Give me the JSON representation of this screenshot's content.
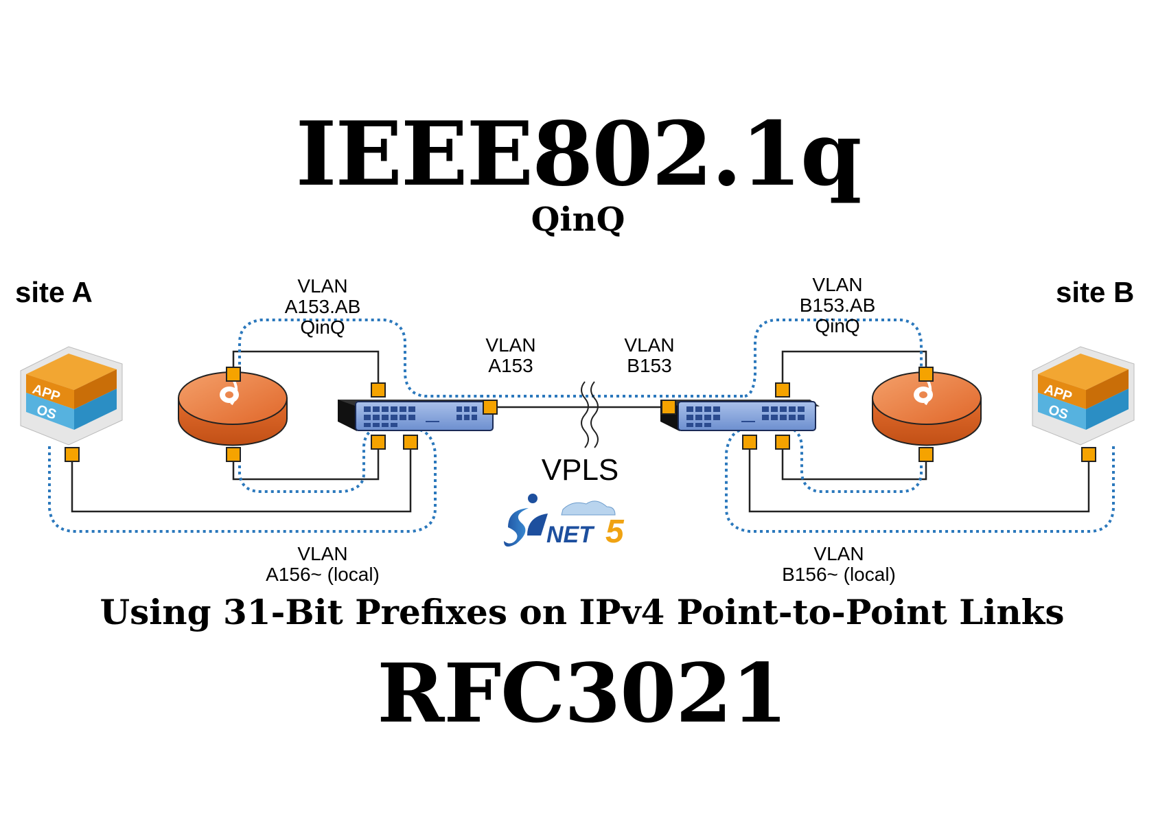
{
  "title": "IEEE802.1q",
  "subtitle": "QinQ",
  "sites": {
    "a": "site A",
    "b": "site B"
  },
  "labels": {
    "qinq_a": [
      "VLAN",
      "A153.AB",
      "QinQ"
    ],
    "qinq_b": [
      "VLAN",
      "B153.AB",
      "QinQ"
    ],
    "wan_a": [
      "VLAN",
      "A153"
    ],
    "wan_b": [
      "VLAN",
      "B153"
    ],
    "local_a": [
      "VLAN",
      "A156~ (local)"
    ],
    "local_b": [
      "VLAN",
      "B156~ (local)"
    ]
  },
  "vpls": "VPLS",
  "logo_text": "SINET5",
  "vm_icon": {
    "app": "APP",
    "os": "OS"
  },
  "bottom_line": "Using 31-Bit Prefixes on IPv4 Point-to-Point Links",
  "rfc": "RFC3021",
  "colors": {
    "port": "#f5a300",
    "router": "#e8742c",
    "switch": "#7f9fd6",
    "dotted": "#2b78bc",
    "app": "#e58a12",
    "os": "#4aa8d6"
  }
}
